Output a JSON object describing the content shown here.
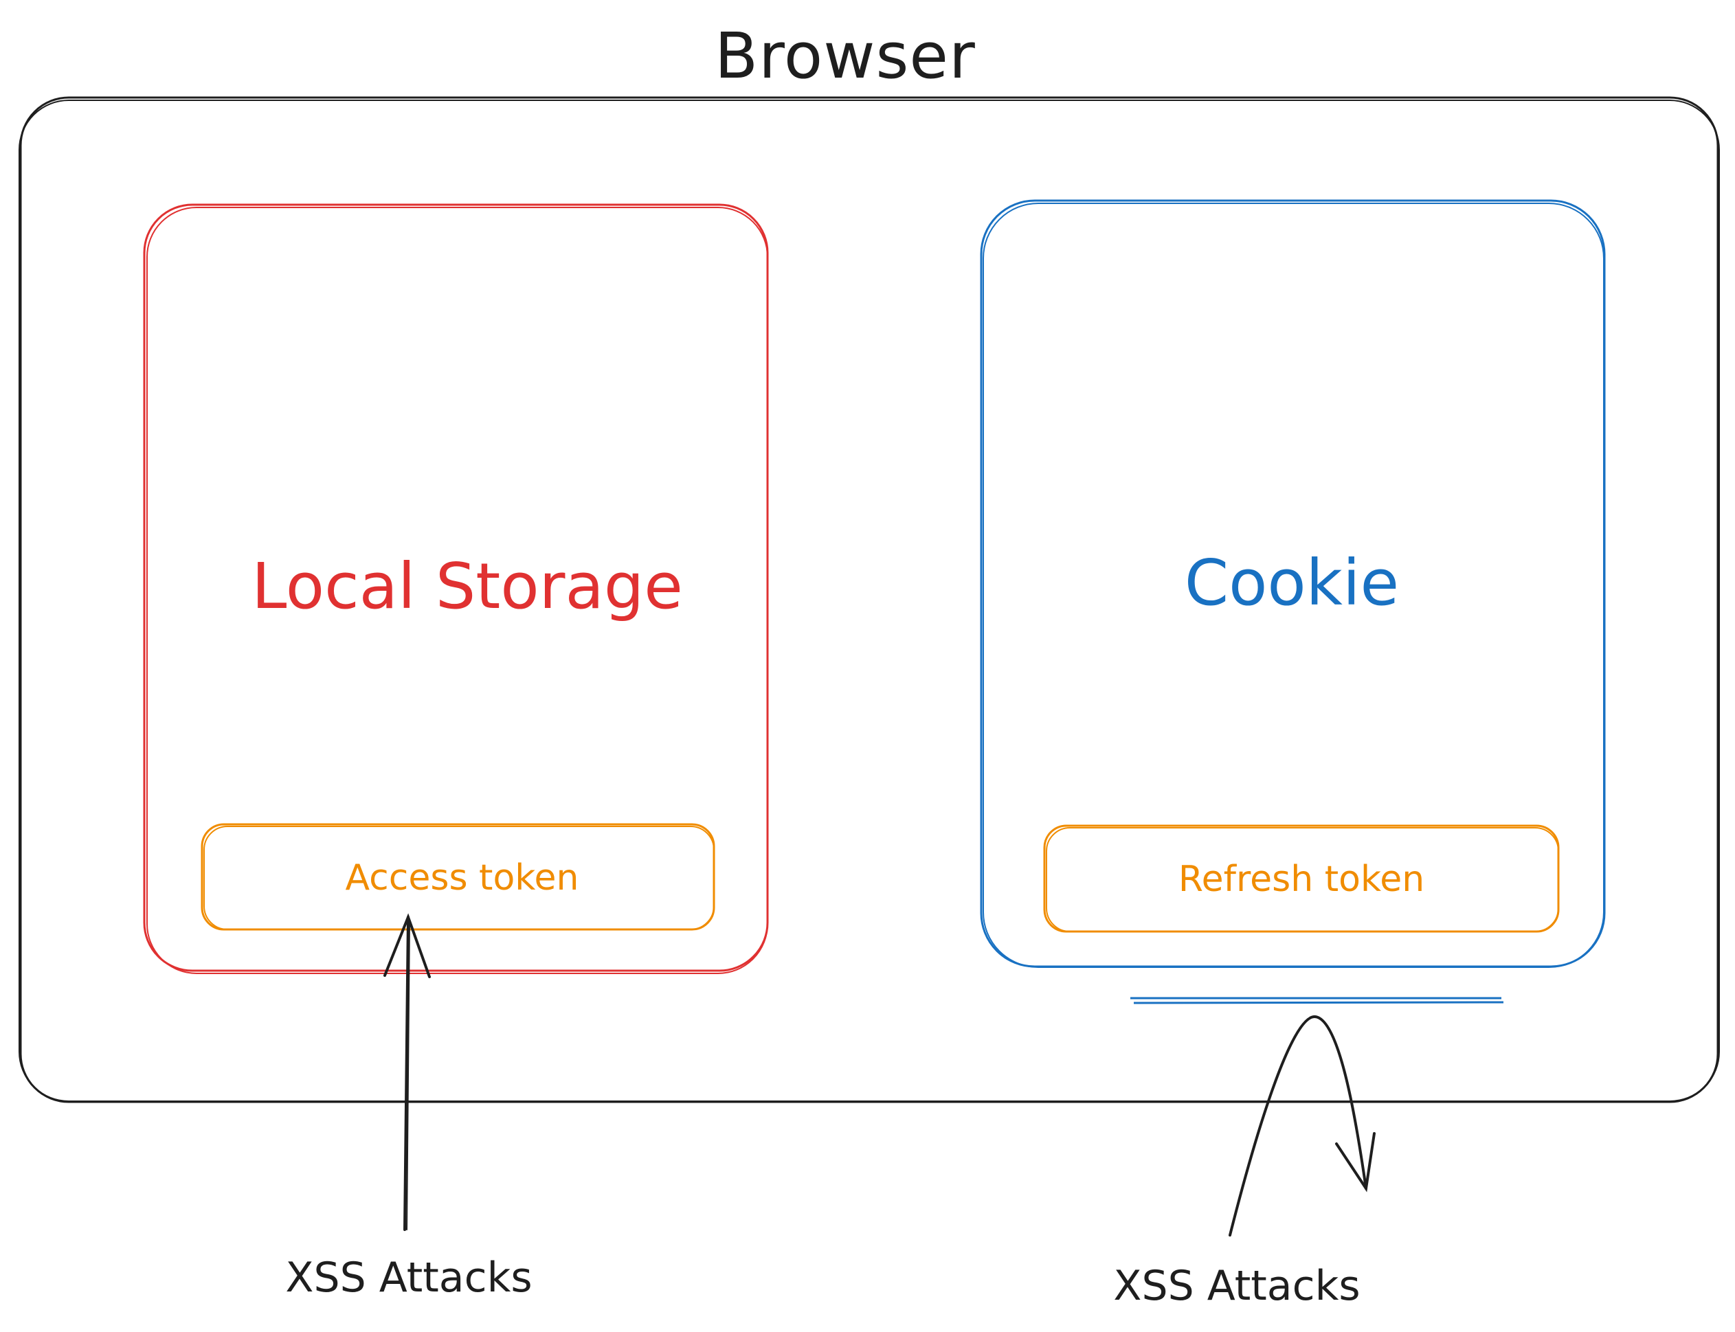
{
  "diagram": {
    "browser": {
      "title": "Browser"
    },
    "local_storage": {
      "title": "Local Storage",
      "token": "Access token"
    },
    "cookie": {
      "title": "Cookie",
      "token": "Refresh token"
    },
    "attacks": {
      "left_label": "XSS Attacks",
      "right_label": "XSS Attacks"
    }
  },
  "colors": {
    "stroke": "#1e1e1e",
    "local_storage": "#e03131",
    "cookie": "#1971c2",
    "token": "#f08c00"
  }
}
